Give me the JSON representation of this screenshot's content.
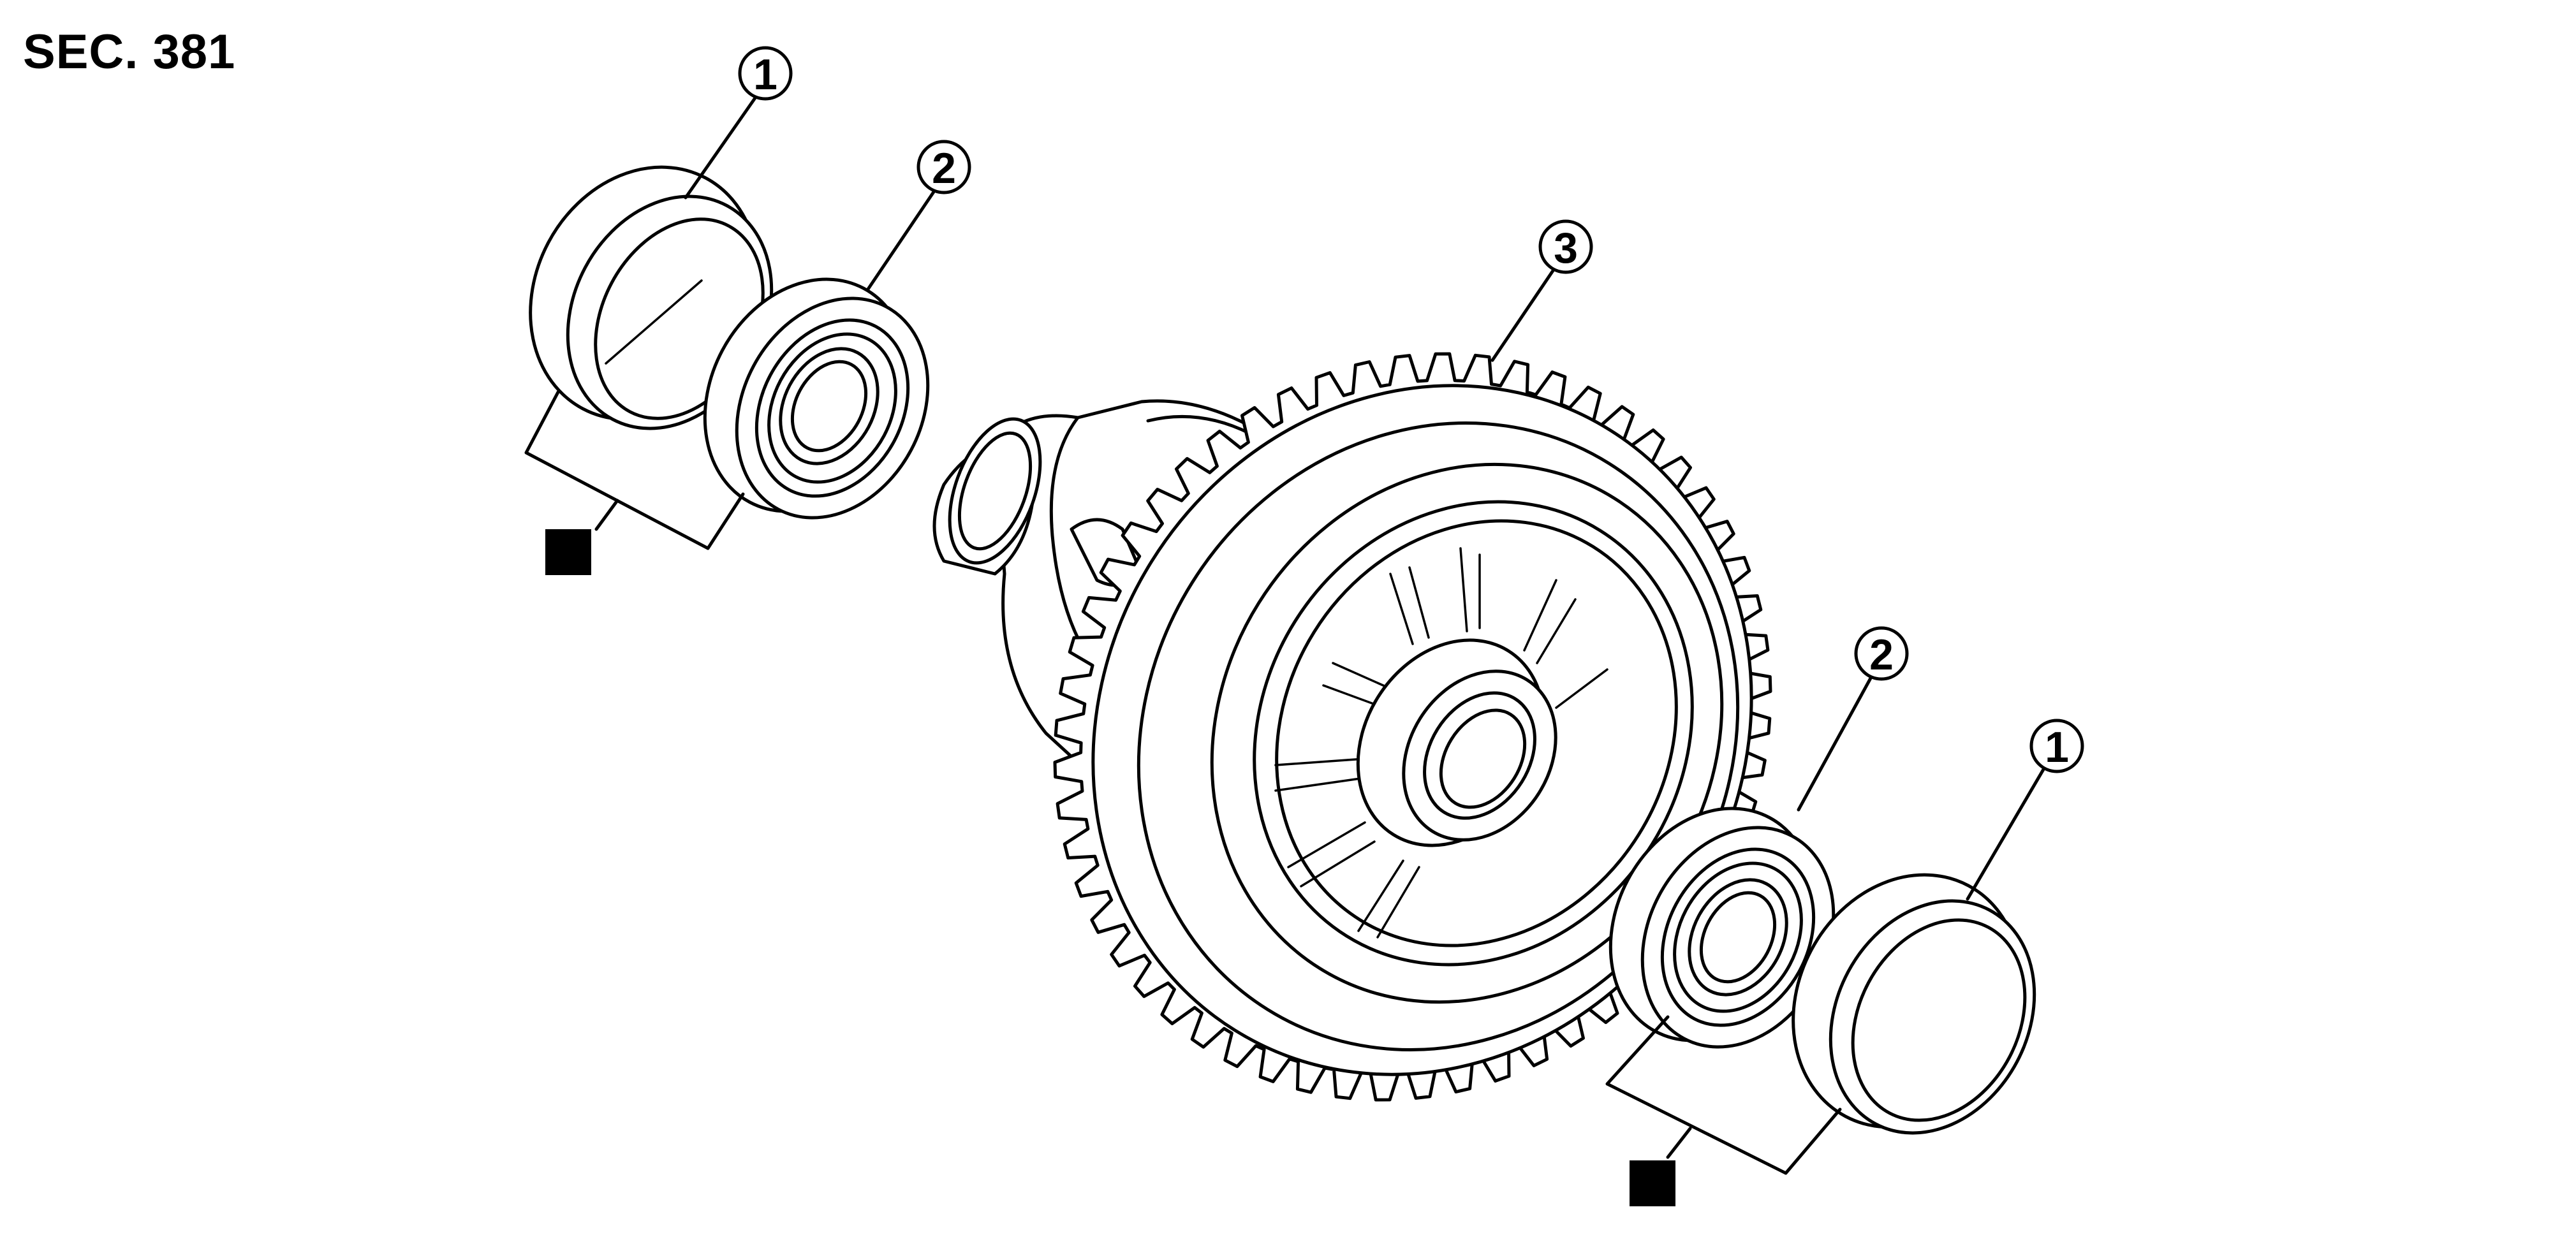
{
  "section_label": "SEC. 381",
  "callouts": {
    "c1_top": "1",
    "c2_top": "2",
    "c3": "3",
    "c2_bottom": "2",
    "c1_bottom": "1"
  },
  "symbols": {
    "top_marker": "black-square",
    "bottom_marker": "black-square"
  }
}
